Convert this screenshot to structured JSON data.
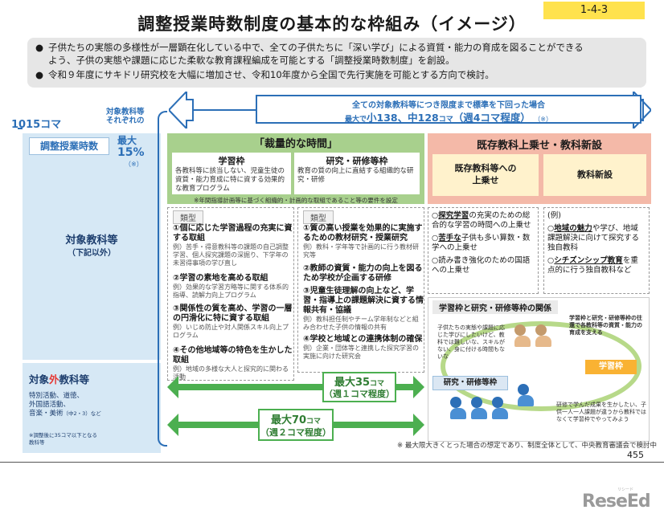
{
  "slide_number": "1-4-3",
  "title": "調整授業時数制度の基本的な枠組み（イメージ）",
  "intro": {
    "line1": "子供たちの実態の多様性が一層顕在化している中で、全ての子供たちに「深い学び」による資質・能力の育成を図ることができる",
    "line2": "よう、子供の実態や課題に応じた柔軟な教育課程編成を可能とする「調整授業時数制度」を創設。",
    "line3": "令和９年度にサキドリ研究校を大幅に増加させ、令和10年度から全国で先行実施を可能とする方向で検討。"
  },
  "left": {
    "total": "1015コマ",
    "per_subject": "対象教科等\nそれぞれの",
    "max_word": "最大",
    "max_pct": "15%",
    "max_note": "（※）",
    "adjust_label": "調整授業時数",
    "target_label": "対象教科等",
    "target_sub": "（下記以外）",
    "outside_pre": "対象",
    "outside_red": "外",
    "outside_post": "教科等",
    "outside_body1": "特別活動、道徳、",
    "outside_body2": "外国語活動、",
    "outside_body3": "音楽・美術",
    "outside_body3b": "（中2・3）など",
    "outside_note1": "※調整後に35コマ以下となる",
    "outside_note2": "教科等"
  },
  "top_arrow": {
    "line1": "全ての対象教科等につき限度まで標準を下回った場合",
    "max_small": "最大で",
    "elementary": "小138",
    "sep": "、",
    "junior": "中128",
    "koma": "コマ",
    "weekly": "（週4コマ程度）",
    "note": "（※）"
  },
  "discretionary": {
    "title": "「裁量的な時間」",
    "gakushu_head": "学習枠",
    "gakushu_text": "各教科等に該当しない、児童生徒の資質・能力育成に特に資する効果的な教育プログラム",
    "kenkyu_head": "研究・研修等枠",
    "kenkyu_text": "教育の質の向上に直結する組織的な研究・研修",
    "footnote": "※年間指導計画等に基づく組織的・計画的な取組であること等の要件を設定"
  },
  "existing": {
    "title": "既存教科上乗せ・教科新設",
    "left_line1": "既存教科等への",
    "left_line2": "上乗せ",
    "right": "教科新設"
  },
  "types_col1": {
    "tag": "類型",
    "items": [
      {
        "head": "①個に応じた学習過程の充実に資する取組",
        "desc": "例）苦手・得意教科等の課題の自己調整学習、個人探究課題の深掘り、下学年の未習得事項の学び直し"
      },
      {
        "head": "②学習の素地を高める取組",
        "desc": "例）効果的な学習方略等に関する体系的指導、読解力向上プログラム"
      },
      {
        "head": "③関係性の質を高め、学習の一層の円滑化に特に資する取組",
        "desc": "例）いじめ防止や対人関係スキル向上プログラム"
      },
      {
        "head": "④その他地域等の特色を生かした取組",
        "desc": "例）地域の多様な大人と探究的に関わる活動"
      }
    ]
  },
  "types_col2": {
    "tag": "類型",
    "items": [
      {
        "head": "①質の高い授業を効果的に実施するための教材研究・授業研究",
        "desc": "例）教科・学年等で計画的に行う教材研究等"
      },
      {
        "head": "②教師の資質・能力の向上を図るため学校が企画する研修",
        "desc": ""
      },
      {
        "head": "③児童生徒理解の向上など、学習・指導上の課題解決に資する情報共有・協議",
        "desc": "例）教科担任制やチーム学年制などと組み合わせた子供の情報の共有"
      },
      {
        "head": "④学校と地域との連携体制の確保",
        "desc": "例）企業・団体等と連携した探究学習の実施に向けた研究会"
      }
    ]
  },
  "existing_col1": {
    "items": [
      {
        "pre": "○",
        "ul": "探究学習",
        "post": "の充実のための総合的な学習の時間への上乗せ"
      },
      {
        "pre": "○",
        "ul": "苦手な",
        "post": "子供も多い算数・数学への上乗せ"
      },
      {
        "pre": "○",
        "ul": "",
        "post": "読み書き強化のための国語への上乗せ"
      }
    ]
  },
  "existing_col2": {
    "items": [
      {
        "pre": "(例)",
        "ul": "",
        "post": ""
      },
      {
        "pre": "○",
        "ul": "地域の魅力",
        "post": "や学び、地域課題解決に向けて探究する独自教科"
      },
      {
        "pre": "○",
        "ul": "シチズンシップ教育",
        "post": "を重点的に行う独自教科など"
      }
    ]
  },
  "relation": {
    "tag": "学習枠と研究・研修等枠の関係",
    "text1": "子供たちの実態や課題に応じた学びにしたいけど、教科では難しいな、スキルがない、身に付ける時間もないな",
    "text2": "学習枠と研究・研修等枠の往還で各教科等の資質・能力の育成を支える",
    "text3": "研修で学んだ成果を生かしたい、子供一人一人課題が違うから教科ではなくて学習枠でやってみよう",
    "gakushu": "学習枠",
    "kenkyu": "研究・研修等枠"
  },
  "arrow35": {
    "pre": "最大",
    "num": "35",
    "unit": "コマ",
    "sub": "（週１コマ程度）"
  },
  "arrow70": {
    "pre": "最大",
    "num": "70",
    "unit": "コマ",
    "sub": "（週２コマ程度）"
  },
  "bottom_note": "※ 最大限大きくとった場合の想定であり、制度全体として、中央教育審議会で検討中",
  "page_number": "455",
  "watermark": "ReseEd",
  "watermark_small": "リシード",
  "colors": {
    "blue": "#2c6fb7",
    "green": "#a8d08d",
    "pink": "#f4b9a8",
    "yellow": "#ffe24d",
    "red": "#e53935"
  }
}
